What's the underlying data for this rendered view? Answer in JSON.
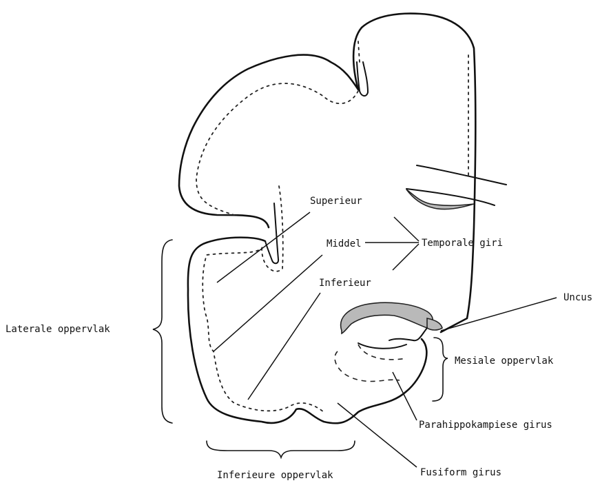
{
  "labels": {
    "superieur": "Superieur",
    "middel": "Middel",
    "inferieur": "Inferieur",
    "temporale_giri": "Temporale giri",
    "uncus": "Uncus",
    "laterale_oppervlak": "Laterale oppervlak",
    "mesiale_oppervlak": "Mesiale oppervlak",
    "parahippokampiese_girus": "Parahippokampiese girus",
    "inferieure_oppervlak": "Inferieure oppervlak",
    "fusiform_girus": "Fusiform girus"
  }
}
